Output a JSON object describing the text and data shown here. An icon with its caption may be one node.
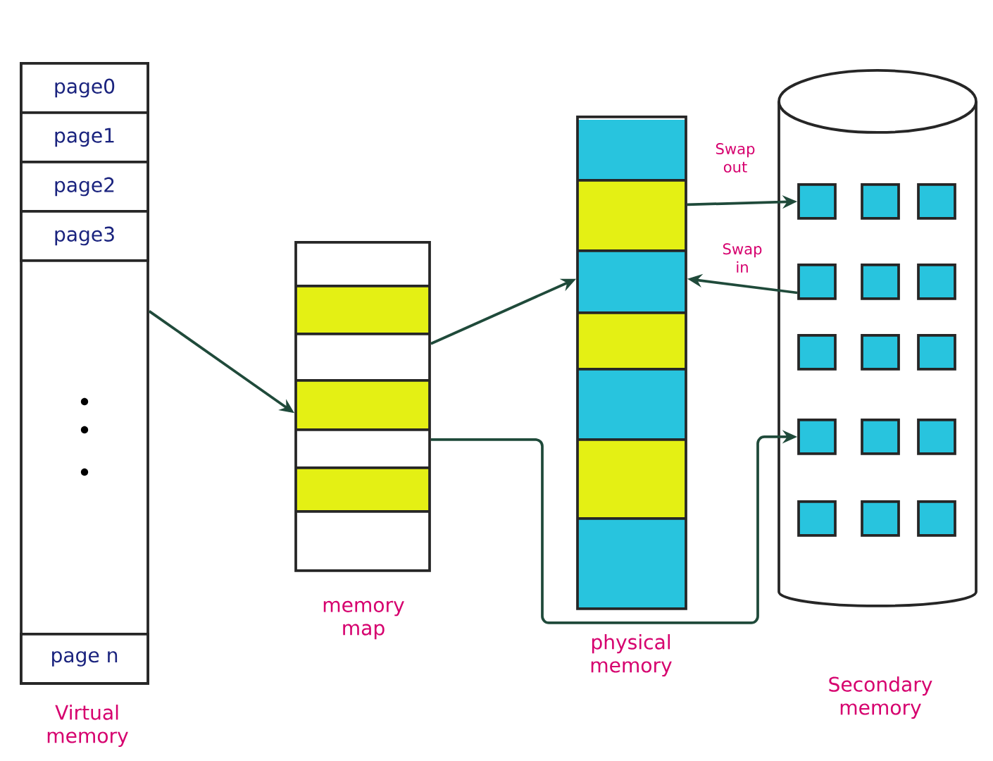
{
  "diagram": {
    "nodes": [
      {
        "text": [
          "Virtual memory"
        ]
      },
      {
        "text": [
          "page0"
        ],
        "in": 0
      },
      {
        "text": [
          "page1"
        ],
        "in": 0
      },
      {
        "text": [
          "page2"
        ],
        "in": 0
      },
      {
        "text": [
          "page3"
        ],
        "in": 0
      },
      {
        "text": [
          "page n"
        ],
        "in": 0
      },
      {
        "text": [
          "memory map"
        ]
      },
      {
        "text": [
          "physical memory"
        ]
      },
      {
        "text": [
          "Secondary memory"
        ]
      },
      {
        "text": [],
        "shape": "box",
        "in": 8
      },
      {
        "text": [],
        "shape": "box",
        "in": 8
      },
      {
        "text": [],
        "shape": "box",
        "in": 8
      },
      {
        "text": [],
        "shape": "box",
        "in": 8
      },
      {
        "text": [],
        "shape": "box",
        "in": 8
      },
      {
        "text": [],
        "shape": "box",
        "in": 8
      },
      {
        "text": [],
        "shape": "box",
        "in": 8
      },
      {
        "text": [],
        "shape": "box",
        "in": 8
      },
      {
        "text": [],
        "shape": "box",
        "in": 8
      },
      {
        "text": [],
        "shape": "box",
        "in": 8
      },
      {
        "text": [],
        "shape": "box",
        "in": 8
      },
      {
        "text": [],
        "shape": "box",
        "in": 8
      },
      {
        "text": [],
        "shape": "box",
        "in": 8
      },
      {
        "text": [],
        "shape": "box",
        "in": 8
      },
      {
        "text": [],
        "shape": "box",
        "in": 8
      }
    ],
    "edges": [
      {
        "from": 0,
        "to": 6,
        "arrow": "to"
      },
      {
        "from": 6,
        "to": 7,
        "arrow": "to"
      },
      {
        "from": 6,
        "to": 18,
        "arrow": "to"
      },
      {
        "from": 7,
        "to": 9,
        "arrow": "to",
        "label": "Swap out"
      },
      {
        "from": 12,
        "to": 7,
        "arrow": "to",
        "label": "Swap in"
      }
    ]
  }
}
